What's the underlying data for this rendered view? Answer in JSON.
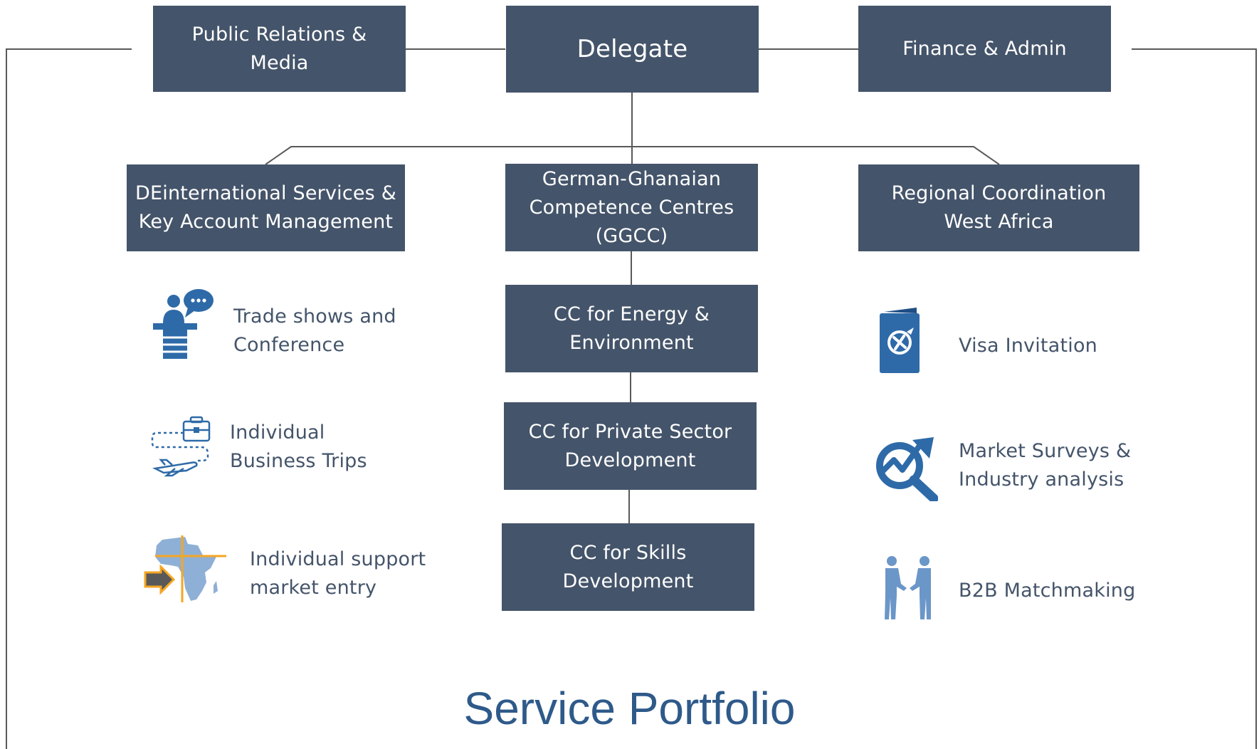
{
  "colors": {
    "box_fill": "#44546a",
    "box_text": "#ffffff",
    "connector": "#595959",
    "service_text": "#44546a",
    "icon_blue": "#2e6aa8",
    "icon_light_blue": "#8fb0d6",
    "accent_orange": "#f5a623",
    "arrow_gray": "#595959",
    "title_blue": "#2e5a8a"
  },
  "org": {
    "top": {
      "public_relations": "Public Relations &\nMedia",
      "delegate": "Delegate",
      "finance_admin": "Finance & Admin"
    },
    "units": {
      "deinternational": "DEinternational Services &\nKey Account Management",
      "ggcc": "German-Ghanaian\nCompetence Centres\n(GGCC)",
      "regional": "Regional Coordination\nWest Africa"
    },
    "competence_centres": [
      "CC for Energy &\nEnvironment",
      "CC for Private Sector\nDevelopment",
      "CC for Skills\nDevelopment"
    ]
  },
  "services": {
    "left": [
      {
        "label": "Trade shows and\nConference",
        "icon": "speaker-podium-icon"
      },
      {
        "label": "Individual\nBusiness Trips",
        "icon": "business-trip-icon"
      },
      {
        "label": "Individual support\nmarket entry",
        "icon": "africa-market-entry-icon"
      }
    ],
    "right": [
      {
        "label": "Visa Invitation",
        "icon": "passport-icon"
      },
      {
        "label": "Market Surveys &\nIndustry analysis",
        "icon": "market-analysis-icon"
      },
      {
        "label": "B2B Matchmaking",
        "icon": "handshake-icon"
      }
    ]
  },
  "footer": {
    "title": "Service Portfolio"
  }
}
